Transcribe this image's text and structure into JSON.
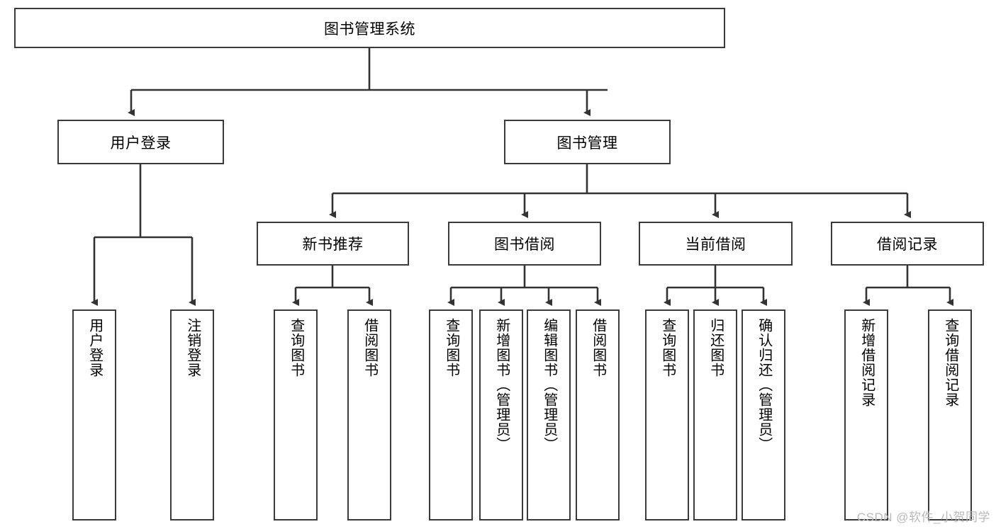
{
  "diagram": {
    "title": "图书管理系统",
    "type": "hierarchy-tree",
    "root": {
      "label": "图书管理系统"
    },
    "level1": [
      {
        "label": "用户登录"
      },
      {
        "label": "图书管理"
      }
    ],
    "level2": [
      {
        "label": "新书推荐"
      },
      {
        "label": "图书借阅"
      },
      {
        "label": "当前借阅"
      },
      {
        "label": "借阅记录"
      }
    ],
    "leaves": {
      "user_login": [
        {
          "label": "用户登录"
        },
        {
          "label": "注销登录"
        }
      ],
      "new_book_rec": [
        {
          "label": "查询图书"
        },
        {
          "label": "借阅图书"
        }
      ],
      "book_borrow": [
        {
          "label": "查询图书"
        },
        {
          "label": "新增图书（管理员）"
        },
        {
          "label": "编辑图书（管理员）"
        },
        {
          "label": "借阅图书"
        }
      ],
      "current_borrow": [
        {
          "label": "查询图书"
        },
        {
          "label": "归还图书"
        },
        {
          "label": "确认归还（管理员）"
        }
      ],
      "borrow_records": [
        {
          "label": "新增借阅记录"
        },
        {
          "label": "查询借阅记录"
        }
      ]
    }
  },
  "watermark": {
    "text": "CSDN @软件_小贺同学"
  },
  "colors": {
    "border": "#3a3a3a",
    "line": "#333333",
    "background": "#ffffff",
    "text": "#000000",
    "watermark": "#b9b9b9"
  }
}
